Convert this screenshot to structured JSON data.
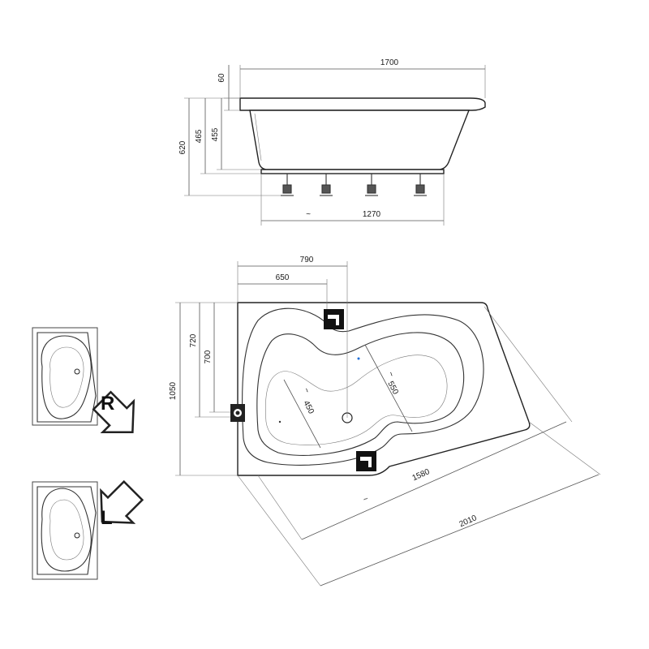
{
  "side_view": {
    "dims": {
      "total_length": "1700",
      "rim_height": "60",
      "height_620": "620",
      "height_465": "465",
      "height_455": "455",
      "base_length": "1270",
      "approx_symbol": "~"
    }
  },
  "top_view": {
    "dims": {
      "width_790": "790",
      "width_650": "650",
      "depth_1050": "1050",
      "depth_720": "720",
      "depth_700": "700",
      "inner_550": "550",
      "inner_450": "450",
      "diag_1580": "1580",
      "diag_2010": "2010",
      "approx_symbol": "~"
    }
  },
  "variants": [
    {
      "label": "R"
    },
    {
      "label": "L"
    }
  ],
  "colors": {
    "line": "#222222",
    "dim": "#555555",
    "accent_dot": "#1e6fd9"
  }
}
